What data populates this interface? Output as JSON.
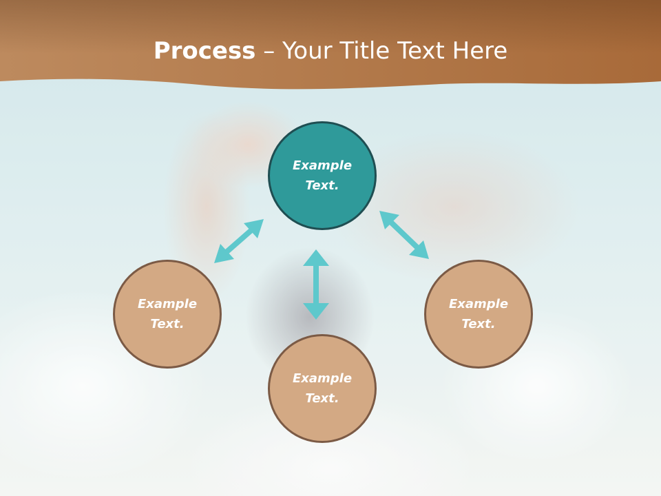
{
  "header": {
    "title_bold": "Process",
    "title_rest": " – Your Title Text Here",
    "band_color_start": "#bd8a5e",
    "band_color_end": "#a86a39"
  },
  "diagram": {
    "colors": {
      "center_fill": "#2f9a9a",
      "satellite_fill": "#d3a984",
      "arrow": "#5ec8cc"
    },
    "nodes": {
      "center": {
        "label": "Example\nText."
      },
      "left": {
        "label": "Example\nText."
      },
      "bottom": {
        "label": "Example\nText."
      },
      "right": {
        "label": "Example\nText."
      }
    }
  }
}
